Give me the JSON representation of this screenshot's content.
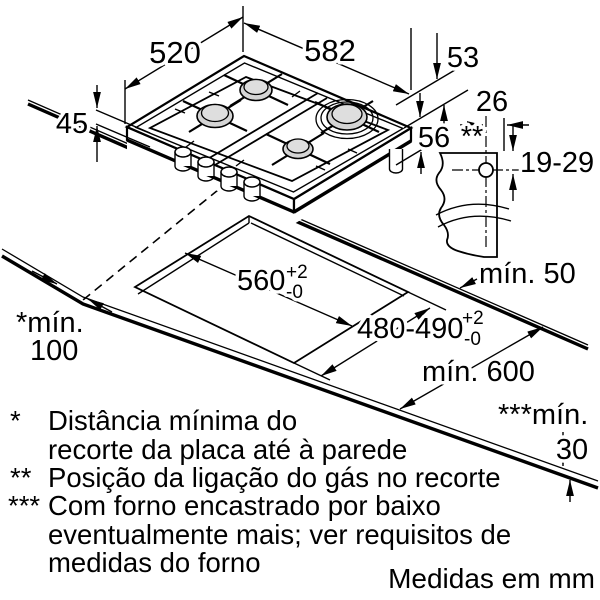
{
  "drawing": {
    "title_context": "gas-hob-installation-diagram",
    "units_note": "Medidas em mm",
    "dims": {
      "width_top": "582",
      "depth_left": "520",
      "height_left": "45",
      "side_overhang": "53",
      "body_depth": "56",
      "gas_offset_width": "26",
      "gas_offset_vertical": "19-29",
      "gas_marker": "**",
      "cutout_width": "560",
      "cutout_width_tol_plus": "+2",
      "cutout_width_tol_minus": "-0",
      "cutout_depth": "480-490",
      "cutout_depth_tol_plus": "+2",
      "cutout_depth_tol_minus": "-0",
      "min_back_clearance": "mín. 50",
      "min_worktop_depth": "mín. 600",
      "min_wall_clearance_label": "*mín.",
      "min_wall_clearance_value": "100",
      "min_front_clearance_label": "***mín.",
      "min_front_clearance_value": "30"
    },
    "footnotes": {
      "f1_marker": "*",
      "f1_line1": "Distância mínima do",
      "f1_line2": "recorte da placa até à parede",
      "f2_marker": "**",
      "f2_line1": "Posição da ligação do gás no recorte",
      "f3_marker": "***",
      "f3_line1": "Com forno encastrado por baixo",
      "f3_line2": "eventualmente mais; ver requisitos de",
      "f3_line3": "medidas do forno"
    },
    "colors": {
      "line": "#000000",
      "background": "#ffffff",
      "burner_gray": "#d4d4d4"
    }
  }
}
